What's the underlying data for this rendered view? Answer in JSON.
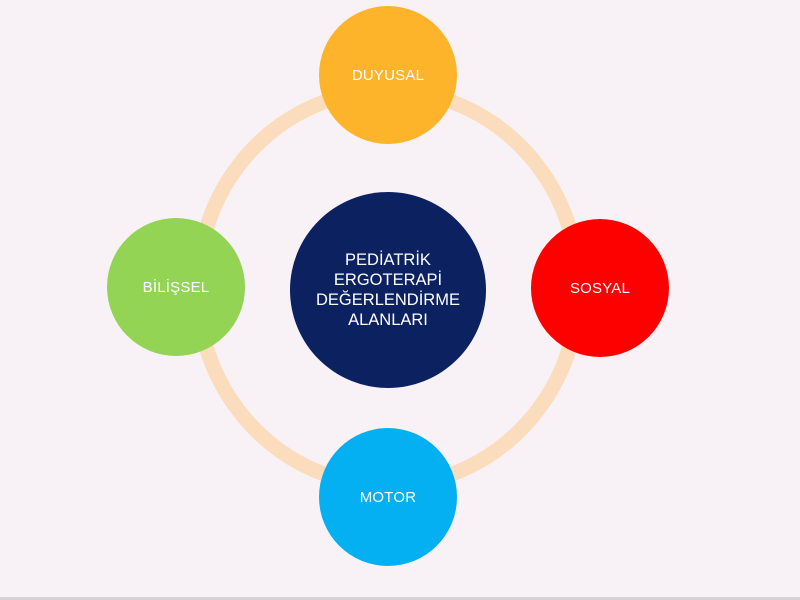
{
  "center": {
    "lines": [
      "PEDİATRİK",
      "ERGOTERAPİ",
      "DEĞERLENDİRME",
      "ALANLARI"
    ],
    "color": "#0c2160"
  },
  "nodes": {
    "top": {
      "label": "DUYUSAL",
      "color": "#fdb42a"
    },
    "right": {
      "label": "SOSYAL",
      "color": "#fd0000"
    },
    "bottom": {
      "label": "MOTOR",
      "color": "#05b0f2"
    },
    "left": {
      "label": "BİLİŞSEL",
      "color": "#94d454"
    }
  },
  "ring_color": "#fbdcbc",
  "background": "#f8f2f6"
}
